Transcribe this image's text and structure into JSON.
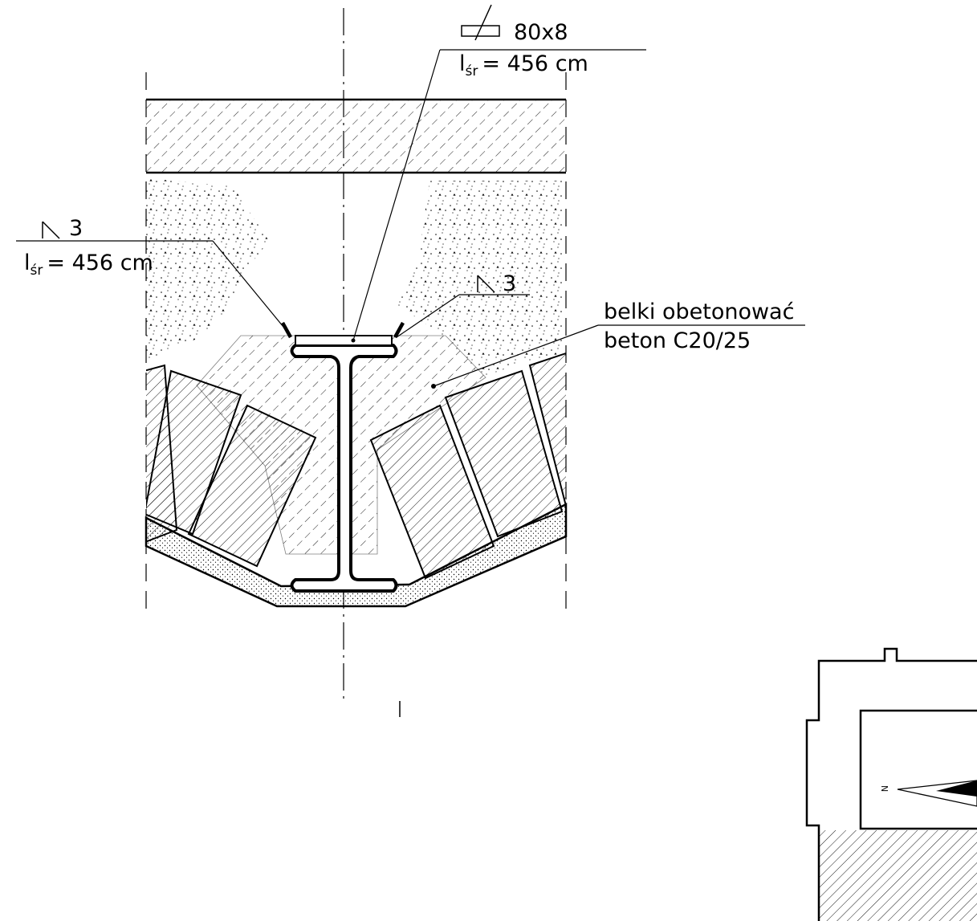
{
  "labels": {
    "plate_size": "80x8",
    "top_length_main": "l",
    "top_length_sub": "śr",
    "top_length_value": "= 456 cm",
    "weld_left_size": "3",
    "left_length_main": "l",
    "left_length_sub": "śr",
    "left_length_value": "= 456 cm",
    "weld_right_size": "3",
    "note_line1": "belki obetonować",
    "note_line2": "beton C20/25",
    "north_letter": "N"
  },
  "colors": {
    "line": "#000000",
    "background": "#ffffff"
  }
}
